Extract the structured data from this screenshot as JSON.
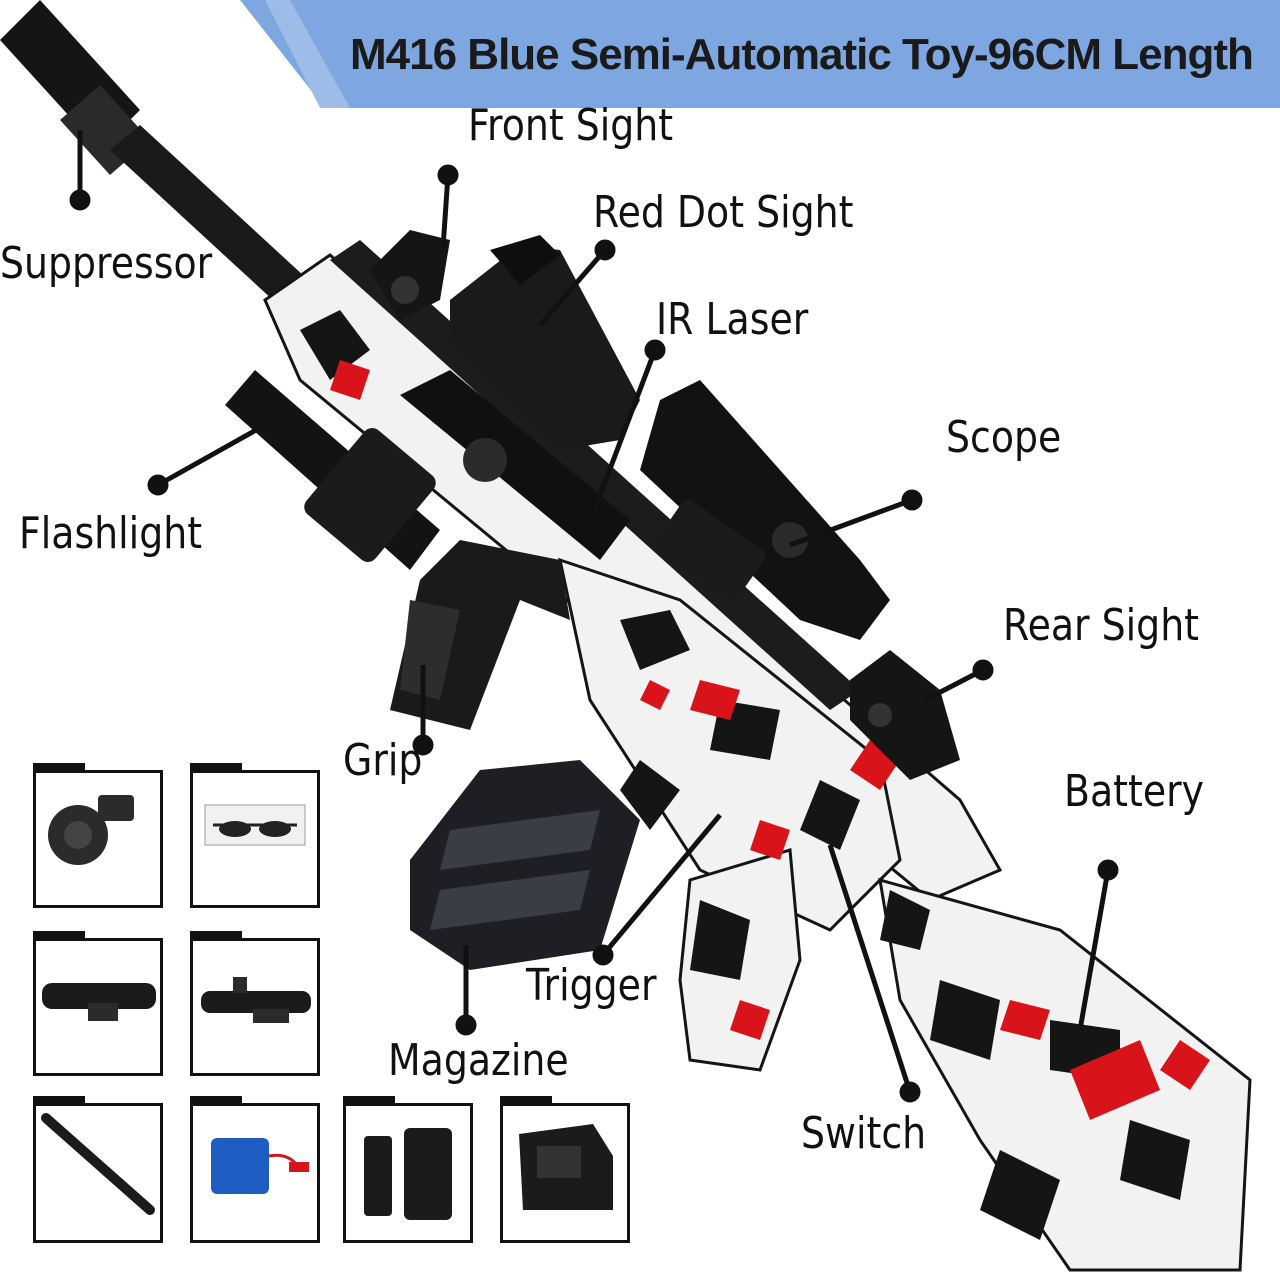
{
  "title": "M416 Blue Semi-Automatic Toy-96CM Length",
  "colors": {
    "banner": "#7ea6e0",
    "accent_red": "#d8141a",
    "body_black": "#151515",
    "parts_black": "#1b1b1b"
  },
  "labels": {
    "suppressor": "Suppressor",
    "front_sight": "Front Sight",
    "red_dot_sight": "Red Dot Sight",
    "ir_laser": "IR Laser",
    "scope": "Scope",
    "flashlight": "Flashlight",
    "rear_sight": "Rear Sight",
    "grip": "Grip",
    "battery": "Battery",
    "trigger": "Trigger",
    "magazine": "Magazine",
    "switch": "Switch"
  },
  "accessories": [
    {
      "name": "drum-magazine",
      "icon": "drum-magazine-icon"
    },
    {
      "name": "goggles",
      "icon": "goggles-icon"
    },
    {
      "name": "flashlight",
      "icon": "flashlight-icon"
    },
    {
      "name": "laser-scope",
      "icon": "laser-scope-icon"
    },
    {
      "name": "rod",
      "icon": "rod-icon"
    },
    {
      "name": "battery-pack",
      "icon": "battery-usb-icon"
    },
    {
      "name": "muzzle-and-grip",
      "icon": "muzzle-grip-icon"
    },
    {
      "name": "red-dot-sight",
      "icon": "red-dot-sight-icon"
    }
  ]
}
